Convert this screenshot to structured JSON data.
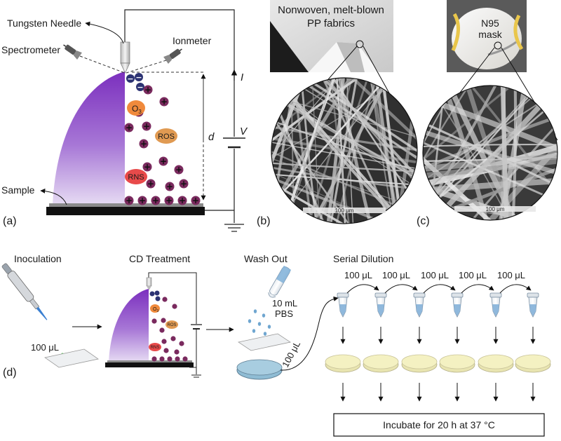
{
  "panel_a": {
    "tag": "(a)",
    "tungsten_needle": "Tungsten Needle",
    "spectrometer": "Spectrometer",
    "ionmeter": "Ionmeter",
    "current": "I",
    "gap": "d",
    "voltage": "V",
    "sample": "Sample",
    "o3_base": "O",
    "o3_sub": "3",
    "ros": "ROS",
    "rns": "RNS",
    "plus": "+",
    "minus": "−"
  },
  "panel_b": {
    "tag": "(b)",
    "caption_line1": "Nonwoven, melt-blown",
    "caption_line2": "PP fabrics",
    "scale": "100 μm"
  },
  "panel_c": {
    "tag": "(c)",
    "caption_line1": "N95",
    "caption_line2": "mask",
    "scale": "100 μm"
  },
  "panel_d": {
    "tag": "(d)",
    "inoculation": "Inoculation",
    "cd_treatment": "CD Treatment",
    "wash_out": "Wash Out",
    "serial_dilution": "Serial Dilution",
    "inoc_volume": "100 μL",
    "pbs_volume": "10 mL",
    "pbs": "PBS",
    "transfer_volume": "100 μL",
    "dilution_volumes": [
      "100 μL",
      "100 μL",
      "100 μL",
      "100 μL",
      "100 μL"
    ],
    "mini_o3_base": "O",
    "mini_o3_sub": "3",
    "mini_ros": "ROS",
    "mini_rns": "RNS",
    "incubate": "Incubate for 20 h at 37 °C"
  },
  "colors": {
    "plasma_top": "#7b2fbe",
    "plasma_bottom": "#e2d4f2",
    "positive_ion": "#7a2a5e",
    "negative_ion": "#2c3373",
    "o3": "#f08a3c",
    "ros": "#e09a52",
    "rns": "#e84a4a",
    "agar": "#f4f1c2",
    "pbs_fill": "#8fbcd4"
  }
}
